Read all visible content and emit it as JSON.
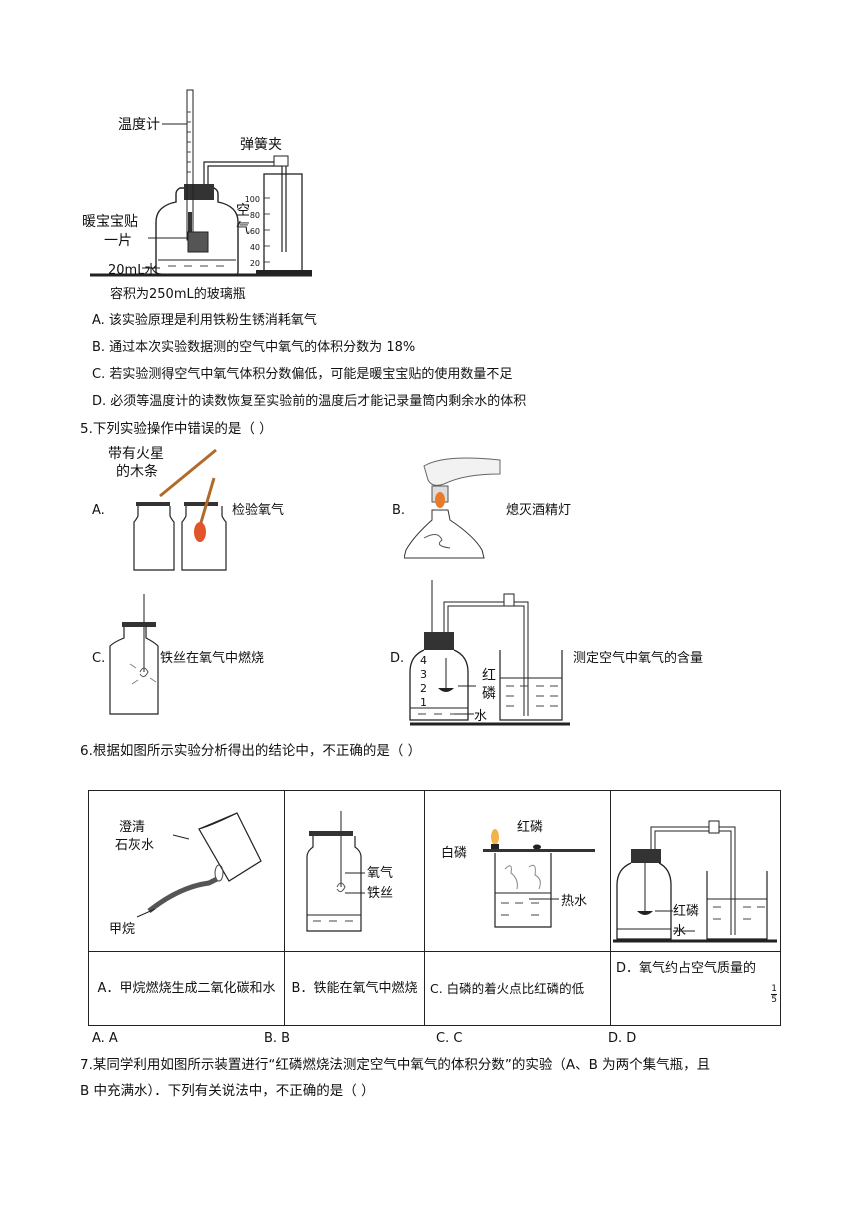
{
  "q4": {
    "figure": {
      "thermometer": "温度计",
      "clamp": "弹簧夹",
      "warmer": "暖宝宝贴",
      "warmer2": "一片",
      "air": "空",
      "air2": "气",
      "water": "20mL水",
      "bottle": "容积为250mL的玻璃瓶",
      "scale": [
        "100",
        "80",
        "60",
        "40",
        "20"
      ]
    },
    "options": [
      "A. 该实验原理是利用铁粉生锈消耗氧气",
      "B. 通过本次实验数据测的空气中氧气的体积分数为 18%",
      "C. 若实验测得空气中氧气体积分数偏低，可能是暖宝宝贴的使用数量不足",
      "D. 必须等温度计的读数恢复至实验前的温度后才能记录量筒内剩余水的体积"
    ]
  },
  "q5": {
    "stem": "5.下列实验操作中错误的是（    ）",
    "a_letter": "A.",
    "a_label": "检验氧气",
    "a_fig": "带有火星",
    "a_fig2": "的木条",
    "b_letter": "B.",
    "b_label": "熄灭酒精灯",
    "c_letter": "C.",
    "c_label": "铁丝在氧气中燃烧",
    "d_letter": "D.",
    "d_label": "测定空气中氧气的含量",
    "d_fig_p": "红",
    "d_fig_p2": "磷",
    "d_fig_w": "水",
    "d_marks": [
      "4",
      "3",
      "2",
      "1"
    ]
  },
  "q6": {
    "stem": "6.根据如图所示实验分析得出的结论中，不正确的是（        ）",
    "fig1": {
      "lime": "澄清",
      "lime2": "石灰水",
      "methane": "甲烷"
    },
    "fig2": {
      "o2": "氧气",
      "wire": "铁丝"
    },
    "fig3": {
      "red": "红磷",
      "white": "白磷",
      "hot": "热水"
    },
    "fig4": {
      "red": "红磷",
      "water": "水"
    },
    "captions": [
      "A．甲烷燃烧生成二氧化碳和水",
      "B．铁能在氧气中燃烧",
      "C. 白磷的着火点比红磷的低",
      "D．氧气约占空气质量的"
    ],
    "fraction_top": "1",
    "fraction_bottom": "5",
    "options": [
      "A. A",
      "B. B",
      "C. C",
      "D. D"
    ]
  },
  "q7": {
    "line1": "7.某同学利用如图所示装置进行“红磷燃烧法测定空气中氧气的体积分数”的实验（A、B 为两个集气瓶，且",
    "line2": "B 中充满水）．下列有关说法中，不正确的是（    ）"
  }
}
